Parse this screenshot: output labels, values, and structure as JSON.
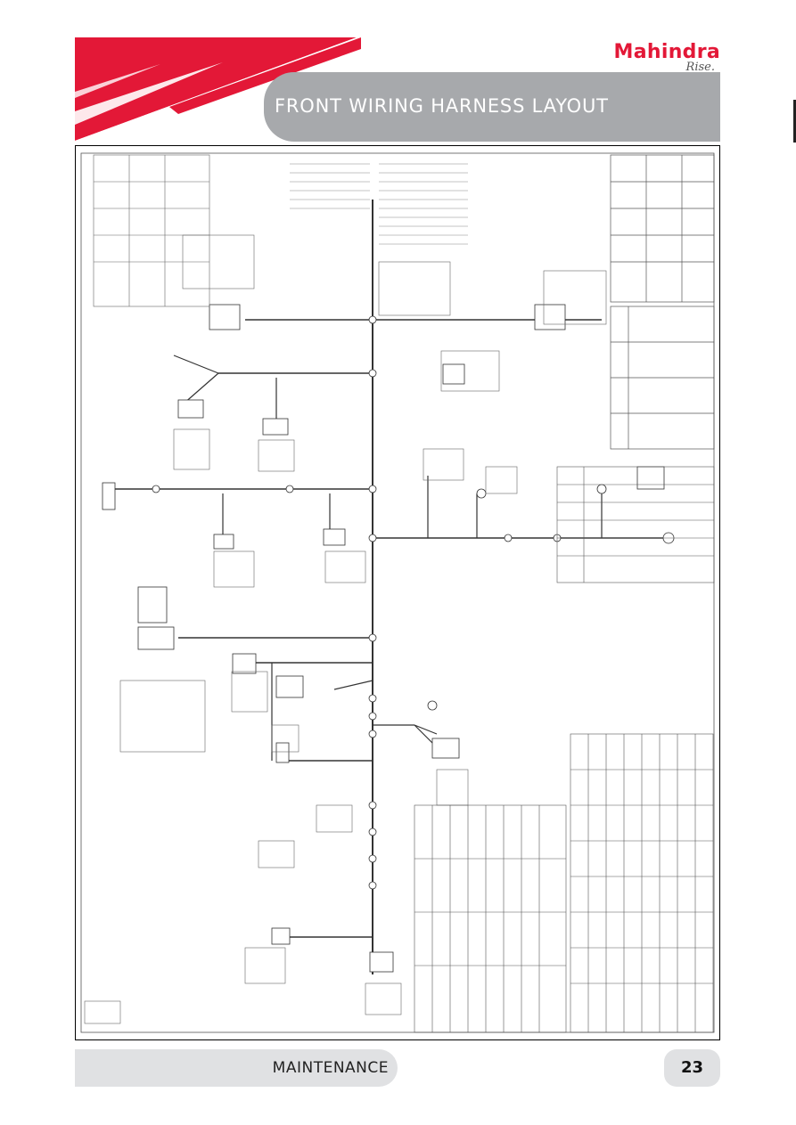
{
  "header": {
    "title": "FRONT WIRING HARNESS LAYOUT",
    "brand": "Mahindra",
    "tagline": "Rise.",
    "brand_color": "#e31837",
    "title_bar_color": "#a7a9ac"
  },
  "drawing": {
    "description_icon": "wiring-diagram"
  },
  "footer": {
    "section": "MAINTENANCE",
    "page_number": "23"
  }
}
